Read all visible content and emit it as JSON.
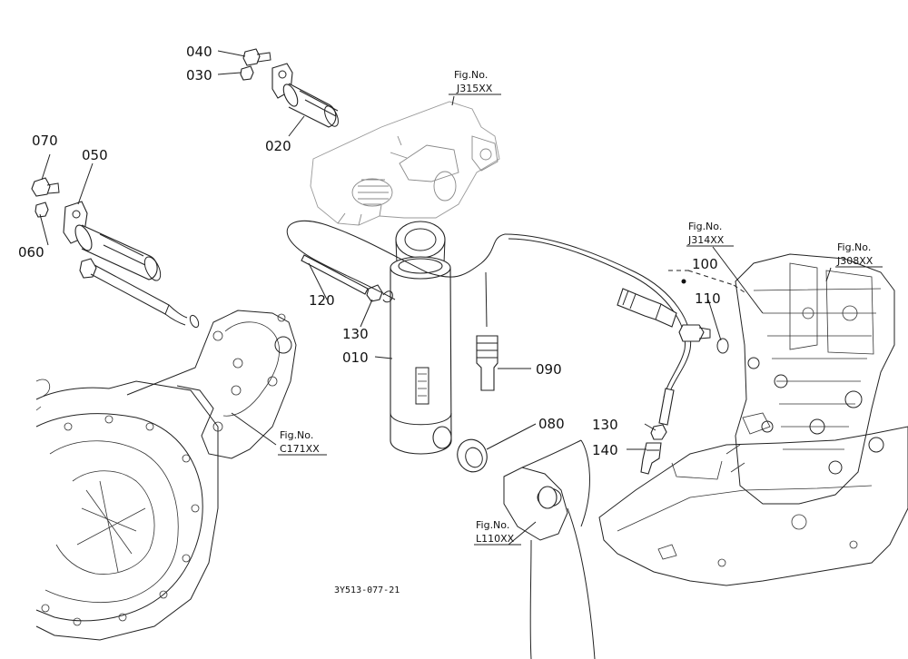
{
  "diagram": {
    "code": "3Y513-077-21",
    "fig_refs": [
      {
        "id": "j315",
        "line1": "Fig.No.",
        "line2": "J315XX"
      },
      {
        "id": "j314",
        "line1": "Fig.No.",
        "line2": "J314XX"
      },
      {
        "id": "j308",
        "line1": "Fig.No.",
        "line2": "J308XX"
      },
      {
        "id": "c171",
        "line1": "Fig.No.",
        "line2": "C171XX"
      },
      {
        "id": "l110",
        "line1": "Fig.No.",
        "line2": "L110XX"
      }
    ],
    "parts": [
      {
        "id": "p040",
        "label": "040"
      },
      {
        "id": "p030",
        "label": "030"
      },
      {
        "id": "p020",
        "label": "020"
      },
      {
        "id": "p070",
        "label": "070"
      },
      {
        "id": "p050",
        "label": "050"
      },
      {
        "id": "p060",
        "label": "060"
      },
      {
        "id": "p120",
        "label": "120"
      },
      {
        "id": "p130a",
        "label": "130"
      },
      {
        "id": "p010",
        "label": "010"
      },
      {
        "id": "p090",
        "label": "090"
      },
      {
        "id": "p080",
        "label": "080"
      },
      {
        "id": "p100",
        "label": "100"
      },
      {
        "id": "p110",
        "label": "110"
      },
      {
        "id": "p130b",
        "label": "130"
      },
      {
        "id": "p140",
        "label": "140"
      }
    ]
  }
}
